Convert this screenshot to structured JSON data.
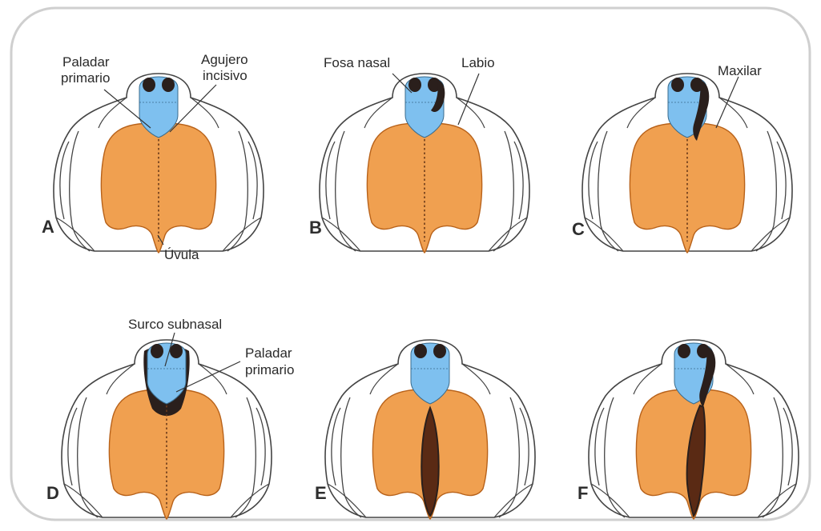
{
  "colors": {
    "palate": "#f0a050",
    "palate_edge": "#b8621a",
    "primary_palate": "#7ec0ef",
    "cleft_dark": "#2a1f1c",
    "cleft_fill": "#5a2a14",
    "outline": "#444444",
    "frame": "#d6d6d6"
  },
  "panels": {
    "A": {
      "letter": "A",
      "label_primary_palate": [
        "Paladar",
        "primario"
      ],
      "label_incisive_foramen": [
        "Agujero",
        "incisivo"
      ],
      "label_uvula": "Úvula"
    },
    "B": {
      "letter": "B",
      "label_nasal_fossa": "Fosa nasal",
      "label_lip": "Labio"
    },
    "C": {
      "letter": "C",
      "label_maxilla": "Maxilar"
    },
    "D": {
      "letter": "D",
      "label_subnasal_groove": "Surco subnasal",
      "label_primary_palate": [
        "Paladar",
        "primario"
      ]
    },
    "E": {
      "letter": "E"
    },
    "F": {
      "letter": "F"
    }
  }
}
